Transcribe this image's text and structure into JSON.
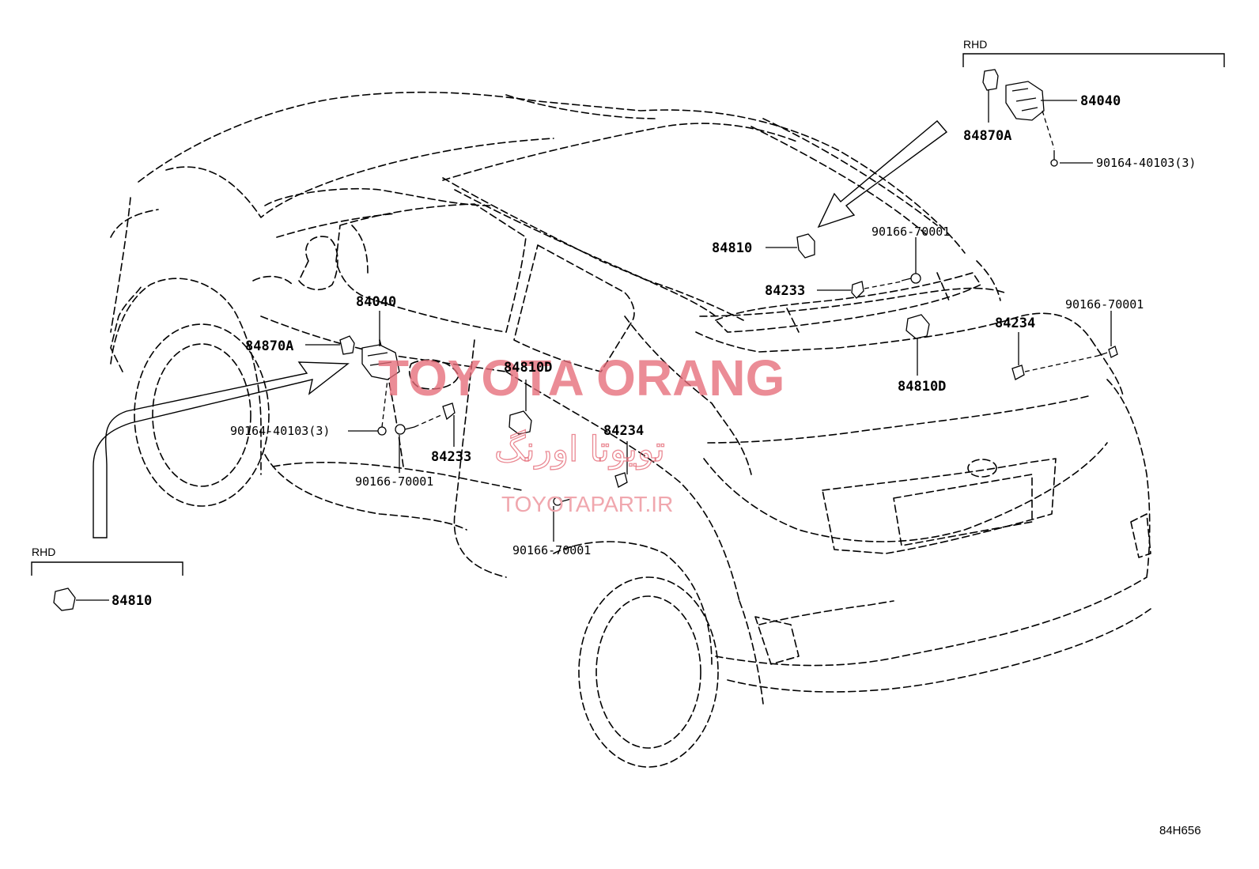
{
  "diagram": {
    "diagram_code": "84H656",
    "rhd_label": "RHD",
    "watermark": {
      "brand": "TOYOTA ORANG",
      "persian": "تویوتا اورنگ",
      "site": "TOYOTAPART.IR"
    },
    "callouts": {
      "rhd_top_84040": "84040",
      "rhd_top_84870A": "84870A",
      "rhd_top_90164": "90164-40103(3)",
      "roof_84810": "84810",
      "rear_90166": "90166-70001",
      "rear_84233": "84233",
      "rear_84810D": "84810D",
      "rear_right_90166": "90166-70001",
      "rear_84234": "84234",
      "door_84040": "84040",
      "door_84870A": "84870A",
      "door_90164": "90164-40103(3)",
      "door_90166": "90166-70001",
      "door_84233": "84233",
      "door_84810D": "84810D",
      "door_84234": "84234",
      "lower_90166": "90166-70001",
      "rhd_left_84810": "84810"
    }
  }
}
